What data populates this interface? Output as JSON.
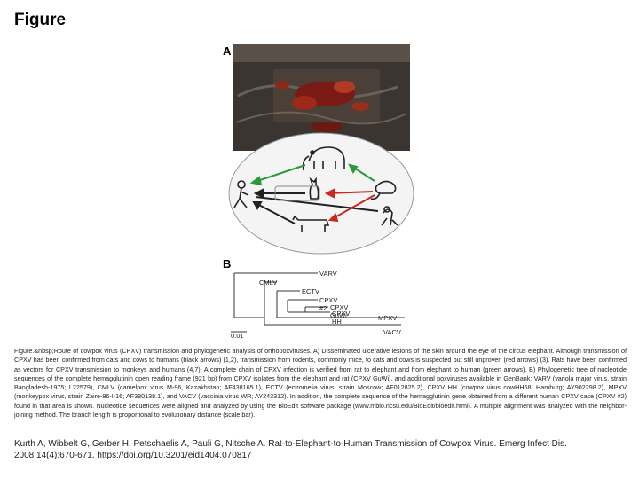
{
  "page": {
    "title": "Figure"
  },
  "figure": {
    "panel_a_label": "A",
    "panel_b_label": "B",
    "tree": {
      "scale_label": "0.01",
      "leaves": [
        "VARV",
        "CMLV",
        "ECTV",
        "CPXV #2",
        "CPXV GuWi",
        "CPXV HH",
        "MPXV",
        "VACV"
      ]
    }
  },
  "caption": "Figure.&nbsp;Route of cowpox virus (CPXV) transmission and phylogenetic analysis of orthopoxviruses. A) Disseminated ulcerative lesions of the skin around the eye of the circus elephant. Although transmission of CPXV has been confirmed from cats and cows to humans (black arrows) (1,2), transmission from rodents, commonly mice, to cats and cows is suspected but still unproven (red arrows) (3). Rats have been confirmed as vectors for CPXV transmission to monkeys and humans (4,7). A complete chain of CPXV infection is verified from rat to elephant and from elephant to human (green arrows). B) Phylogenetic tree of nucleotide sequences of the complete hemagglutinin open reading frame (921 bp) from CPXV isolates from the elephant and rat (CPXV GuWi), and additional poxviruses available in GenBank: VARV (variola major virus, strain Bangladesh-1975; L22579), CMLV (camelpox virus M-96, Kazakhstan; AF438165.1), ECTV (ectromelia virus, strain Moscow; AF012825.2), CPXV HH (cowpox virus cowHH68, Hamburg; AY902298.2), MPXV (monkeypox virus, strain Zaire-96-I-16; AF380138.1), and VACV (vaccinia virus WR; AY243312). In addition, the complete sequence of the hemagglutinin gene obtained from a different human CPXV case (CPXV #2) found in that area is shown. Nucleotide sequences were aligned and analyzed by using the BioEdit software package (www.mbio.ncsu.edu/BioEdit/bioedit.html). A multiple alignment was analyzed with the neighbor-joining method. The branch length is proportional to evolutionary distance (scale bar).",
  "citation": "Kurth A, Wibbelt G, Gerber H, Petschaelis A, Pauli G, Nitsche A. Rat-to-Elephant-to-Human Transmission of Cowpox Virus. Emerg Infect Dis. 2008;14(4):670-671. https://doi.org/10.3201/eid1404.070817"
}
